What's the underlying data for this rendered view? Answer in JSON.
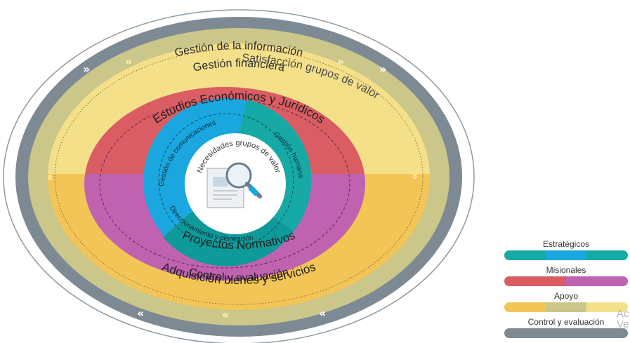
{
  "diagram": {
    "outer_caption": "Satisfacción grupos de valor",
    "ring_top": "Gestión de la información",
    "ring_bottom": "Control y evaluación",
    "support_top": "Gestión financiera",
    "support_bottom": "Adquisición bienes y servicios",
    "mission_top": "Estudios Económicos y Jurídicos",
    "mission_bottom": "Proyectos Normativos",
    "strat_left": "Gestión de comunicaciones",
    "strat_right": "Gestión humana",
    "strat_bottom": "Direccionamiento y planeación",
    "center": "Necesidades grupos de valor"
  },
  "legend": {
    "strategic": "Estratégicos",
    "missional": "Misionales",
    "support": "Apoyo",
    "control": "Control y evaluación"
  },
  "colors": {
    "gray_ring": "#7e8a93",
    "olive": "#c9c57a",
    "yellow_light": "#f4e07a",
    "yellow_orange": "#f2c24e",
    "red": "#d7585f",
    "magenta": "#bd5fae",
    "teal": "#17a9a6",
    "blue": "#1aa7df"
  },
  "watermark": "Ac\nVe"
}
